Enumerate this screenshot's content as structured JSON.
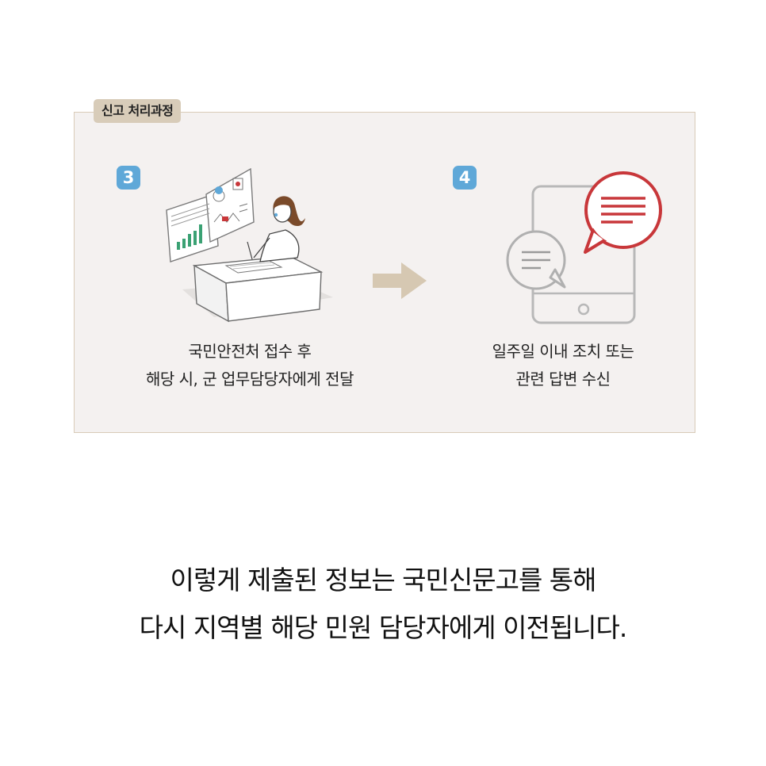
{
  "process_tag": "신고 처리과정",
  "steps": [
    {
      "number": "3",
      "caption_lines": [
        "국민안전처 접수 후",
        "해당 시, 군 업무담당자에게 전달"
      ]
    },
    {
      "number": "4",
      "caption_lines": [
        "일주일 이내 조치 또는",
        "관련 답변 수신"
      ]
    }
  ],
  "headline_lines": [
    "이렇게 제출된 정보는 국민신문고를 통해",
    "다시 지역별 해당 민원 담당자에게 이전됩니다."
  ],
  "colors": {
    "panel_bg": "#f4f1f0",
    "panel_border": "#d9cbb8",
    "tag_bg": "#d8ccb9",
    "badge_blue": "#5fa8d8",
    "arrow": "#d6c8b2",
    "bubble_red": "#c8373a",
    "line_gray": "#8f8f8f"
  },
  "icons": [
    "worker-at-desk-illustration",
    "arrow-right-icon",
    "phone-with-chat-bubbles-illustration"
  ]
}
